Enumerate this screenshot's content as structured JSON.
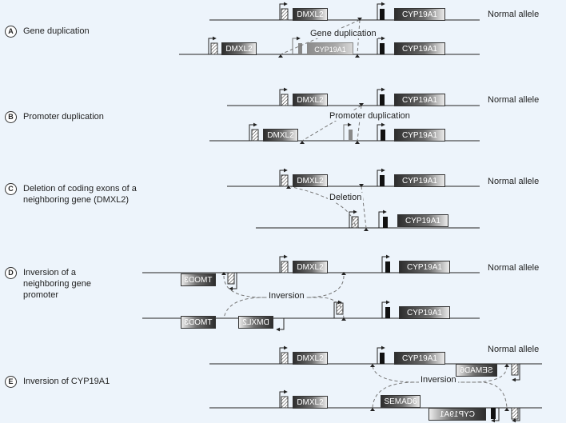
{
  "colors": {
    "line": "#222222",
    "dashed": "#777777",
    "gene_dark": "#2e2e2e",
    "gene_light": "#ececec",
    "gray_copy": "#9b9b9b",
    "background": "#edf4fb"
  },
  "genes": {
    "dmxl2": "DMXL2",
    "cyp19a1": "CYP19A1",
    "tmod3": "TMOD3",
    "semad6": "SEMAD6"
  },
  "normal_allele": "Normal allele",
  "panels": [
    {
      "letter": "A",
      "title": "Gene duplication",
      "event": "Gene duplication"
    },
    {
      "letter": "B",
      "title": "Promoter duplication",
      "event": "Promoter duplication"
    },
    {
      "letter": "C",
      "title": "Deletion of coding exons of a\nneighboring gene (DMXL2)",
      "event": "Deletion"
    },
    {
      "letter": "D",
      "title": "Inversion of a\nneighboring gene\npromoter",
      "event": "Inversion"
    },
    {
      "letter": "E",
      "title": "Inversion of CYP19A1",
      "event": "Inversion"
    }
  ]
}
